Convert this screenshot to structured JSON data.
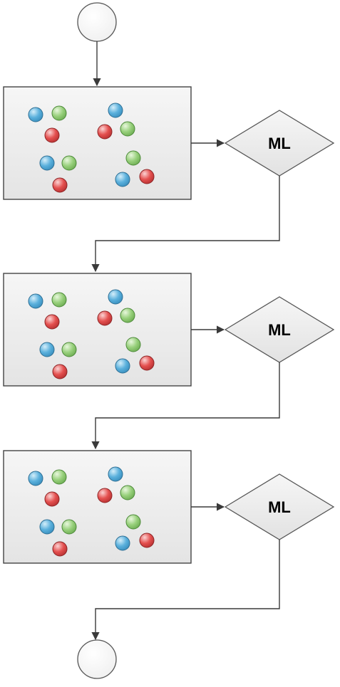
{
  "diagram": {
    "start_node": "start-circle",
    "end_node": "end-circle",
    "decision_label": "ML",
    "stages": [
      {
        "decision_label": "ML"
      },
      {
        "decision_label": "ML"
      },
      {
        "decision_label": "ML"
      }
    ],
    "dot_colors": {
      "blue": "#5ab0dc",
      "green": "#98d07c",
      "red": "#e4504f"
    },
    "clusters_per_stage": 4,
    "cluster_color_order": [
      [
        "blue",
        "green",
        "red"
      ],
      [
        "blue",
        "red",
        "green"
      ],
      [
        "blue",
        "green",
        "red"
      ],
      [
        "green",
        "blue",
        "red"
      ]
    ]
  }
}
